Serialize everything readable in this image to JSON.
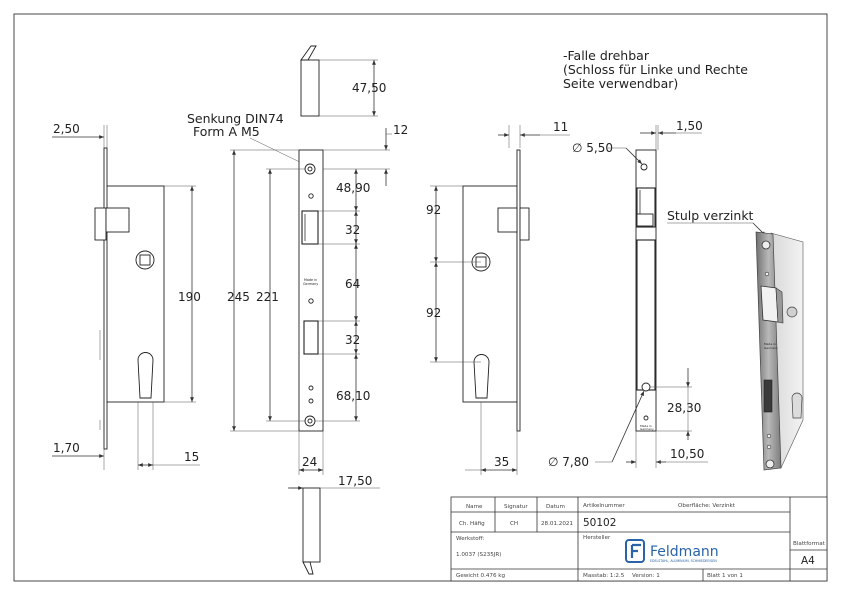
{
  "notes": {
    "latch_line1": "-Falle drehbar",
    "latch_line2": "(Schloss für Linke und Rechte",
    "latch_line3": "Seite verwendbar)",
    "countersink_line1": "Senkung DIN74",
    "countersink_line2": "Form A M5",
    "faceplate": "Stulp verzinkt"
  },
  "dimensions": {
    "d250": "2,50",
    "d170": "1,70",
    "d190": "190",
    "d15": "15",
    "d4750": "47,50",
    "d12": "12",
    "d4890": "48,90",
    "d32a": "32",
    "d64": "64",
    "d32b": "32",
    "d6810": "68,10",
    "d245": "245",
    "d221": "221",
    "d24": "24",
    "d1750": "17,50",
    "d11": "11",
    "d92a": "92",
    "d92b": "92",
    "d35": "35",
    "d150": "1,50",
    "d550": "∅ 5,50",
    "d780": "∅ 7,80",
    "d2830": "28,30",
    "d1050": "10,50"
  },
  "plate_text": {
    "line1": "Made in",
    "line2": "Germany"
  },
  "title_block": {
    "h_name": "Name",
    "h_signatur": "Signatur",
    "h_datum": "Datum",
    "v_name": "Ch. Häfig",
    "v_signatur": "CH",
    "v_datum": "28.01.2021",
    "h_artikel": "Artikelnummer",
    "v_artikel": "50102",
    "h_oberflaeche": "Oberfläche: Verzinkt",
    "h_werkstoff": "Werkstoff:",
    "v_werkstoff": "1.0037 (S235JR)",
    "h_hersteller": "Hersteller",
    "logo_name": "Feldmann",
    "logo_tagline": "EDELSTAHL, ALUMINIUM, SCHMIEDEEISEN",
    "h_blattformat": "Blattformat",
    "v_blattformat": "A4",
    "weight": "Gewicht 0.476 kg",
    "scale": "Masstab: 1:2.5",
    "version": "Version: 1",
    "sheet": "Blatt 1 von 1"
  },
  "colors": {
    "line": "#333333",
    "logo_blue": "#2a63a8",
    "render_gray": "#8a8a8a"
  }
}
